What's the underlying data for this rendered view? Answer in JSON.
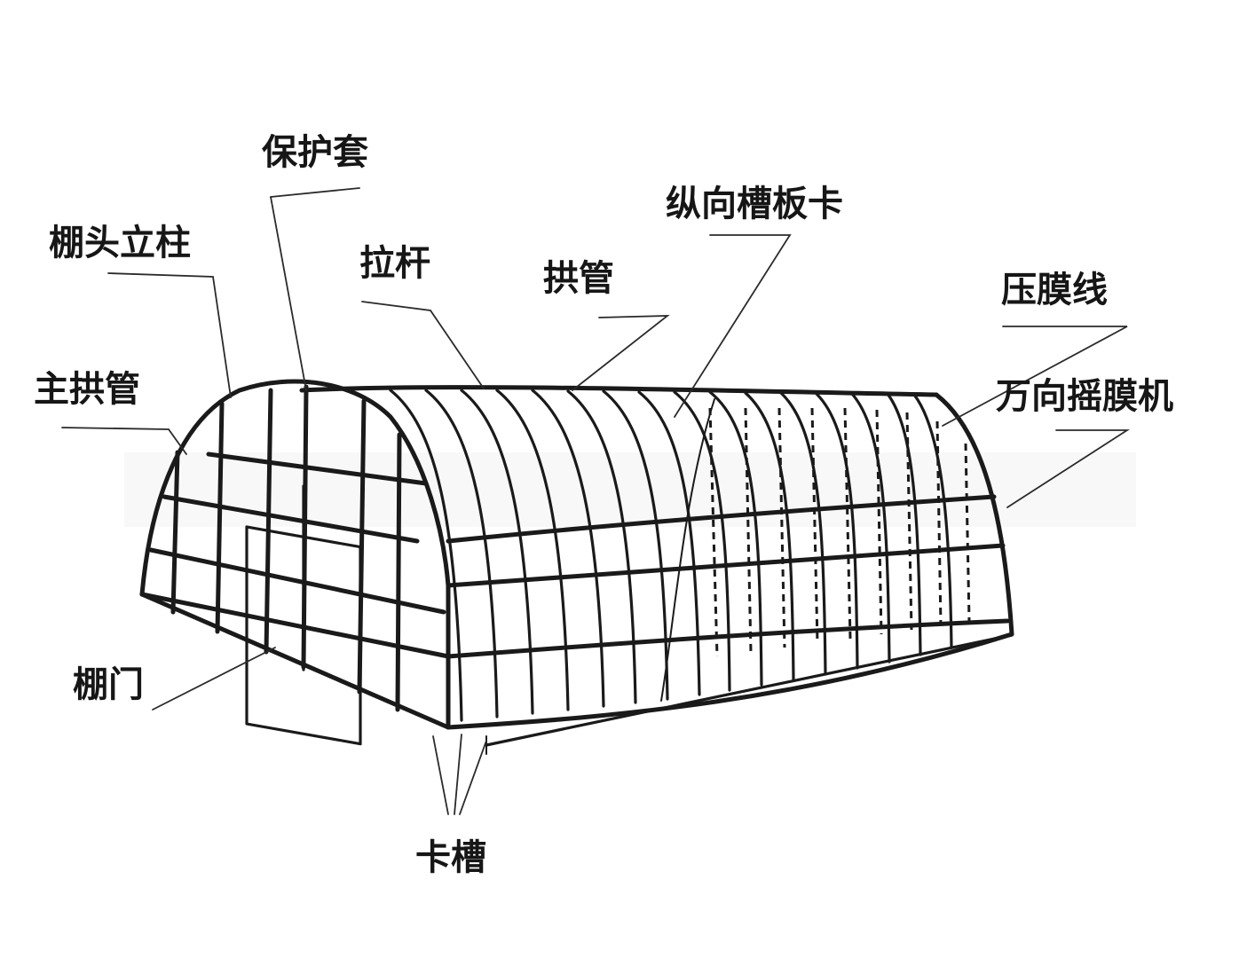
{
  "labels": {
    "protective_sleeve": "保护套",
    "gable_post": "棚头立柱",
    "longitudinal_clip": "纵向槽板卡",
    "tie_rod": "拉杆",
    "arch_pipe": "拱管",
    "film_press_wire": "压膜线",
    "main_arch_pipe": "主拱管",
    "film_roller": "万向摇膜机",
    "shed_door": "棚门",
    "channel_slot": "卡槽"
  }
}
